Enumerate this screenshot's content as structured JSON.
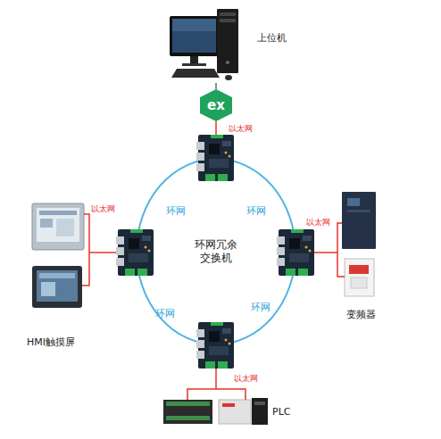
{
  "diagram": {
    "nodes": [
      {
        "text": [
          "上位机"
        ]
      },
      {
        "text": [
          "ex"
        ]
      },
      {
        "text": [
          "环网冗余 交换机"
        ]
      },
      {
        "text": [
          "HMI触摸屏"
        ]
      },
      {
        "text": [
          "变频器"
        ]
      },
      {
        "text": [
          "PLC"
        ]
      }
    ],
    "edges": [
      {
        "from": 0,
        "to": 1,
        "arrow": "none"
      },
      {
        "from": 1,
        "to": 2,
        "arrow": "none",
        "label": "以太网"
      },
      {
        "from": 3,
        "to": 2,
        "arrow": "none",
        "label": "以太网"
      },
      {
        "from": 2,
        "to": 4,
        "arrow": "none",
        "label": "以太网"
      },
      {
        "from": 2,
        "to": 5,
        "arrow": "none",
        "label": "以太网"
      }
    ],
    "labels": [
      "环网",
      "环网",
      "环网",
      "环网"
    ]
  }
}
